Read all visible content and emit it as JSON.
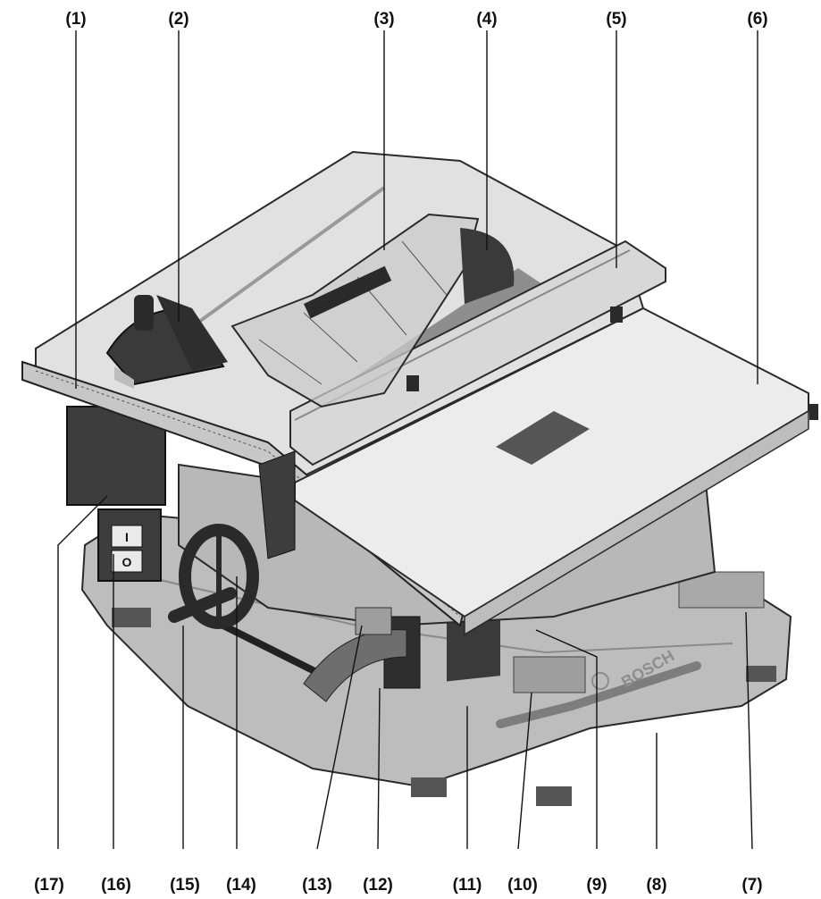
{
  "callouts": {
    "c1": "(1)",
    "c2": "(2)",
    "c3": "(3)",
    "c4": "(4)",
    "c5": "(5)",
    "c6": "(6)",
    "c7": "(7)",
    "c8": "(8)",
    "c9": "(9)",
    "c10": "(10)",
    "c11": "(11)",
    "c12": "(12)",
    "c13": "(13)",
    "c14": "(14)",
    "c15": "(15)",
    "c16": "(16)",
    "c17": "(17)"
  },
  "brand_text": "BOSCH",
  "switch_symbols": {
    "on": "I",
    "off": "O"
  },
  "colors": {
    "table_top": "#e1e1e1",
    "extension": "#ececec",
    "base": "#bdbdbd",
    "dark_parts": "#333333",
    "fence": "#d8d8d8",
    "guard": "#c9c9c9"
  }
}
